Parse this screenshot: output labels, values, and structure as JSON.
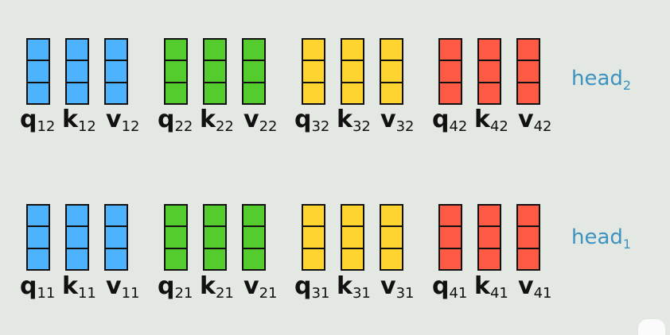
{
  "colors": {
    "group1": "#4db3ff",
    "group2": "#55cc2e",
    "group3": "#ffd42f",
    "group4": "#ff5a44",
    "head_label": "#3b93c2",
    "outline": "#111111"
  },
  "rows": [
    {
      "head": {
        "name": "head",
        "sub": "2"
      },
      "groups": [
        {
          "color_key": "group1",
          "labels": [
            {
              "sym": "q",
              "sub": "12"
            },
            {
              "sym": "k",
              "sub": "12"
            },
            {
              "sym": "v",
              "sub": "12"
            }
          ]
        },
        {
          "color_key": "group2",
          "labels": [
            {
              "sym": "q",
              "sub": "22"
            },
            {
              "sym": "k",
              "sub": "22"
            },
            {
              "sym": "v",
              "sub": "22"
            }
          ]
        },
        {
          "color_key": "group3",
          "labels": [
            {
              "sym": "q",
              "sub": "32"
            },
            {
              "sym": "k",
              "sub": "32"
            },
            {
              "sym": "v",
              "sub": "32"
            }
          ]
        },
        {
          "color_key": "group4",
          "labels": [
            {
              "sym": "q",
              "sub": "42"
            },
            {
              "sym": "k",
              "sub": "42"
            },
            {
              "sym": "v",
              "sub": "42"
            }
          ]
        }
      ]
    },
    {
      "head": {
        "name": "head",
        "sub": "1"
      },
      "groups": [
        {
          "color_key": "group1",
          "labels": [
            {
              "sym": "q",
              "sub": "11"
            },
            {
              "sym": "k",
              "sub": "11"
            },
            {
              "sym": "v",
              "sub": "11"
            }
          ]
        },
        {
          "color_key": "group2",
          "labels": [
            {
              "sym": "q",
              "sub": "21"
            },
            {
              "sym": "k",
              "sub": "21"
            },
            {
              "sym": "v",
              "sub": "21"
            }
          ]
        },
        {
          "color_key": "group3",
          "labels": [
            {
              "sym": "q",
              "sub": "31"
            },
            {
              "sym": "k",
              "sub": "31"
            },
            {
              "sym": "v",
              "sub": "31"
            }
          ]
        },
        {
          "color_key": "group4",
          "labels": [
            {
              "sym": "q",
              "sub": "41"
            },
            {
              "sym": "k",
              "sub": "41"
            },
            {
              "sym": "v",
              "sub": "41"
            }
          ]
        }
      ]
    }
  ]
}
